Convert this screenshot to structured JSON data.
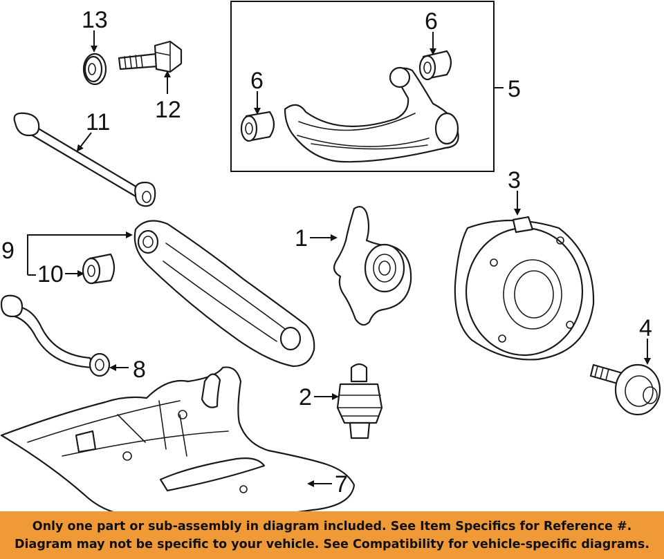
{
  "callouts": {
    "c1": "1",
    "c2": "2",
    "c3": "3",
    "c4": "4",
    "c5": "5",
    "c6a": "6",
    "c6b": "6",
    "c7": "7",
    "c8": "8",
    "c9": "9",
    "c10": "10",
    "c11": "11",
    "c12": "12",
    "c13": "13"
  },
  "banner": {
    "line1": "Only one part or sub-assembly in diagram included. See Item Specifics for Reference #.",
    "line2": "Diagram may not be specific to your vehicle. See Compatibility for vehicle-specific diagrams.",
    "color": "#f09a37"
  }
}
